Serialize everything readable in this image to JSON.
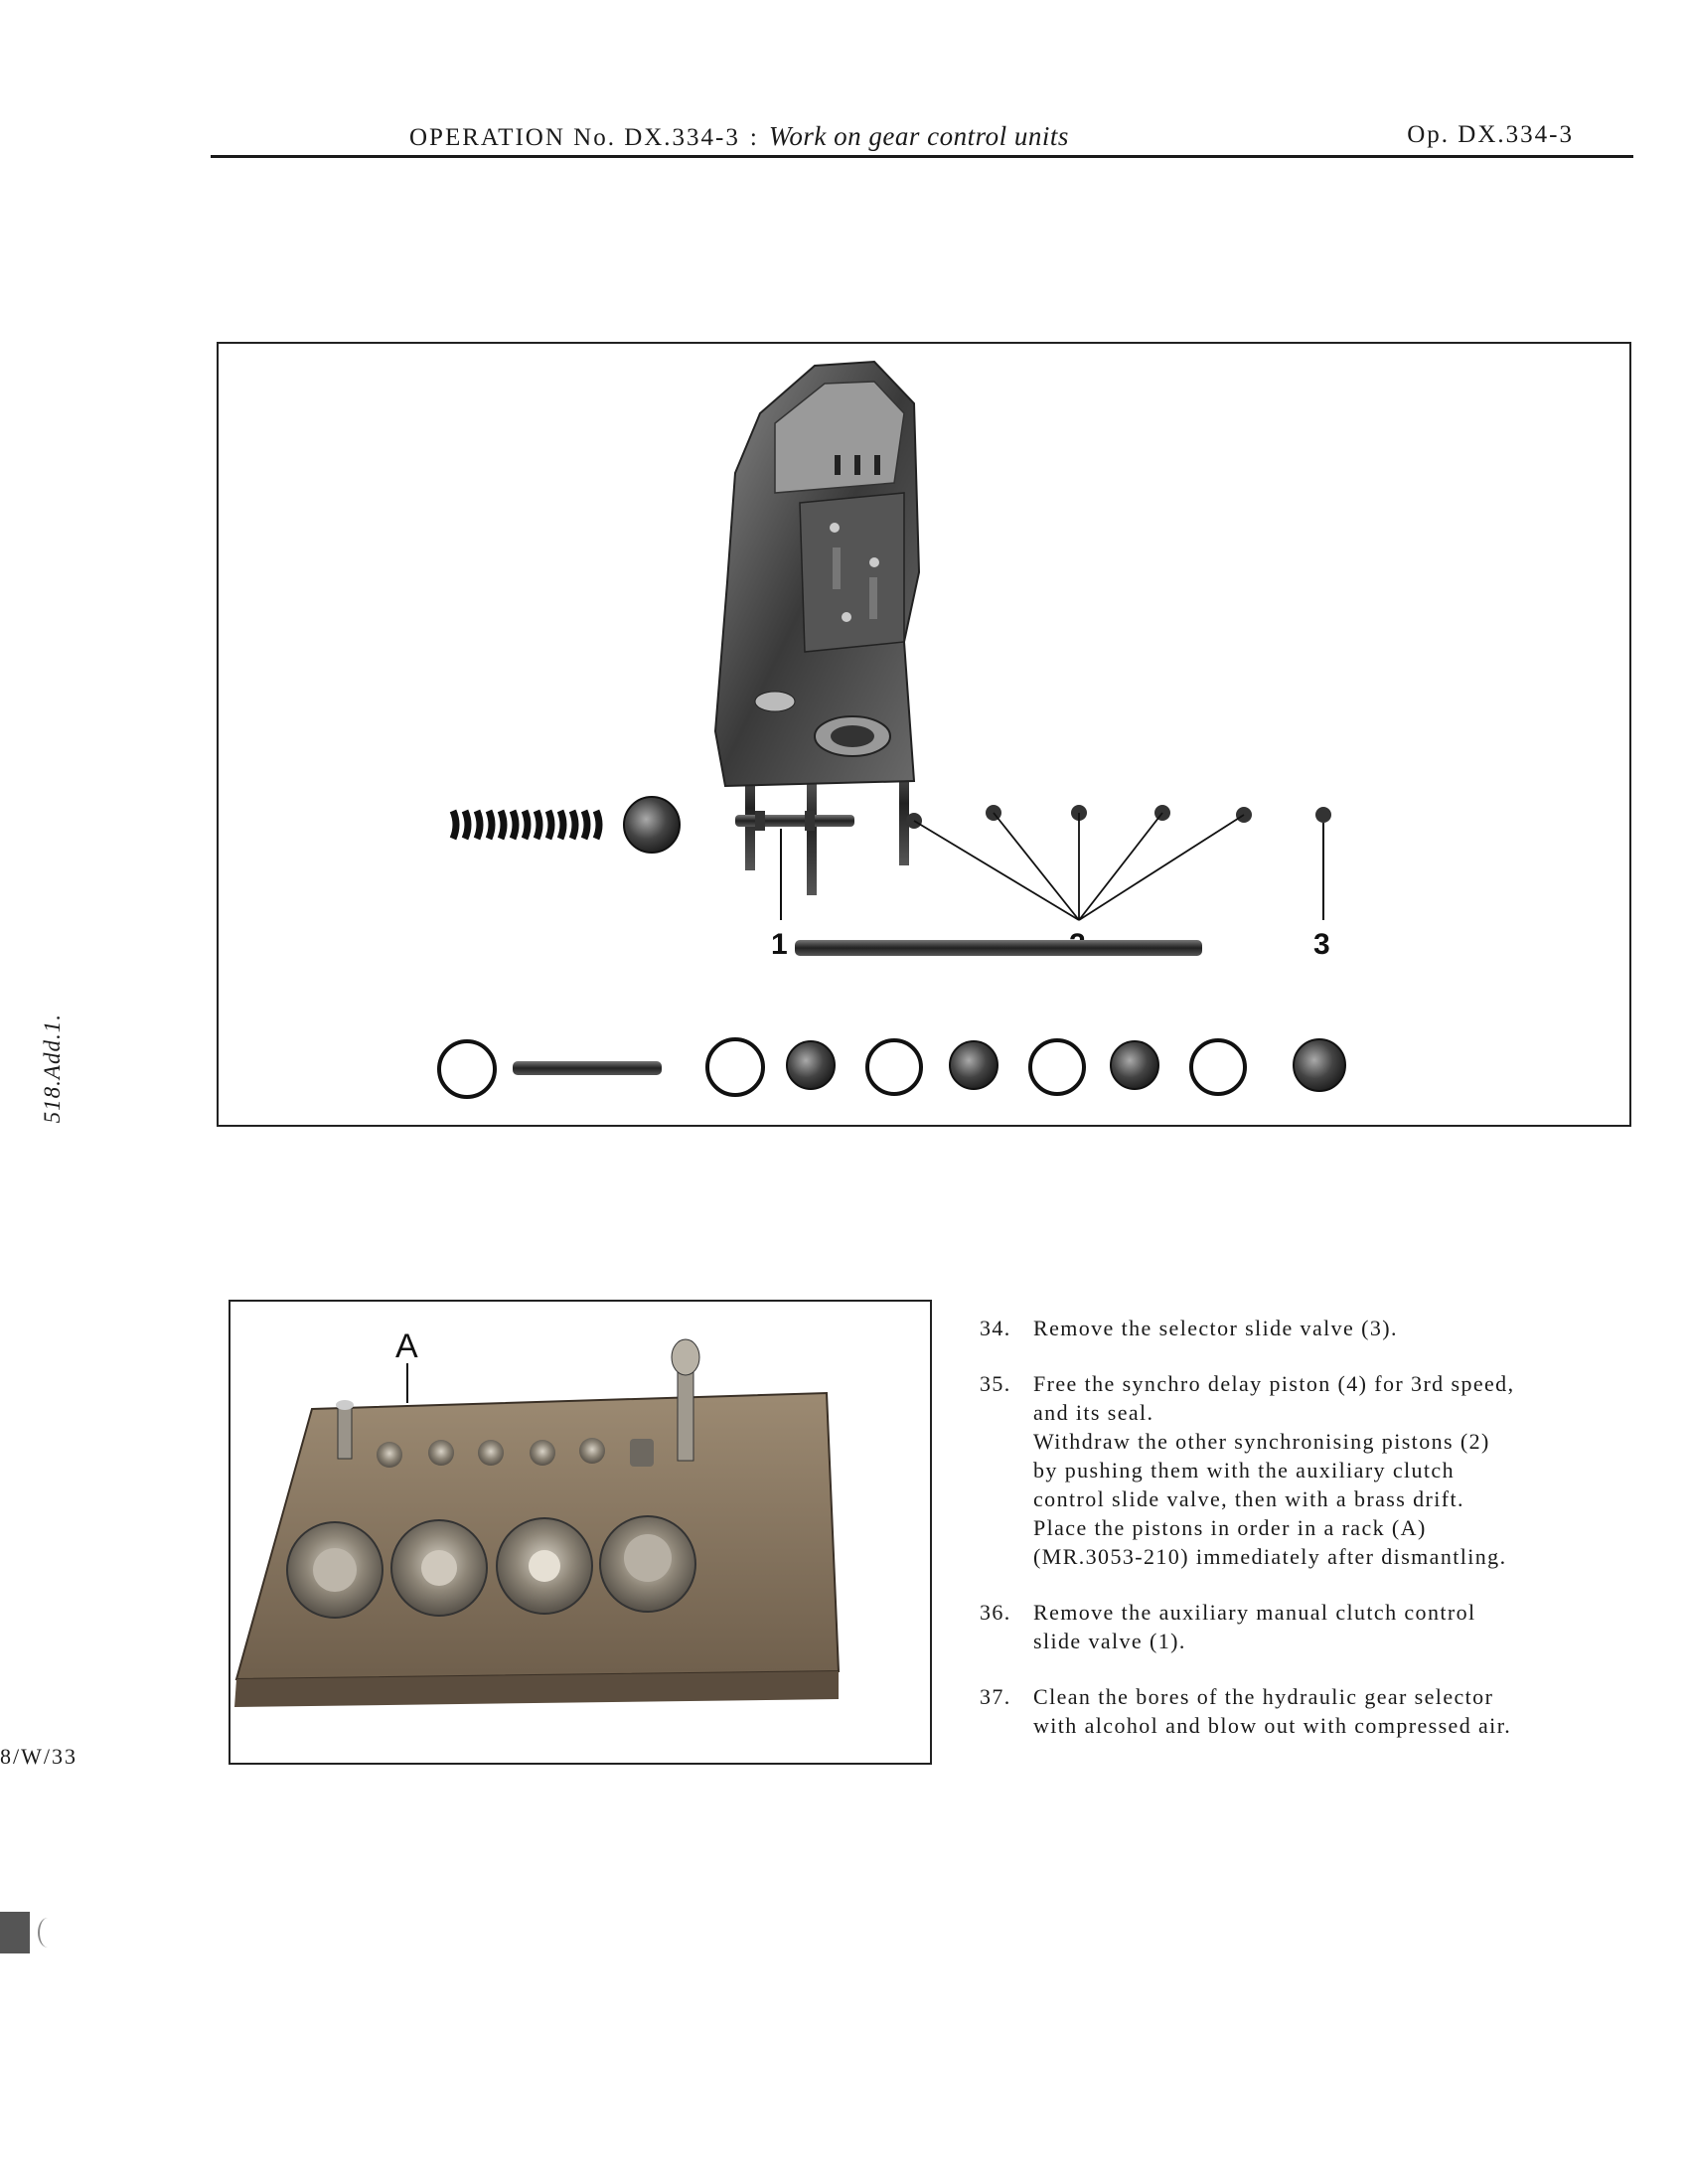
{
  "header": {
    "operation_label": "OPERATION No. DX.334-3",
    "separator": ":",
    "title": "Work on gear control units",
    "op_ref": "Op. DX.334-3"
  },
  "figure_top": {
    "callouts": [
      "1",
      "2",
      "3"
    ]
  },
  "figure_bottom": {
    "callout": "A"
  },
  "steps": [
    {
      "num": "34.",
      "lines": [
        "Remove the selector slide valve (3)."
      ]
    },
    {
      "num": "35.",
      "lines": [
        "Free the synchro delay piston (4) for 3rd speed,",
        "and its seal.",
        "Withdraw the other synchronising pistons (2)",
        "by pushing them with the auxiliary clutch",
        "control slide valve, then with a brass drift.",
        "Place the pistons in order in a rack (A)",
        "(MR.3053-210) immediately after dismantling."
      ]
    },
    {
      "num": "36.",
      "lines": [
        "Remove the auxiliary manual clutch control",
        "slide valve (1)."
      ]
    },
    {
      "num": "37.",
      "lines": [
        "Clean the bores of the hydraulic gear selector",
        "with alcohol and blow out with compressed air."
      ]
    }
  ],
  "margin": {
    "side_label": "518.Add.1.",
    "page_ref": "8/W/33"
  }
}
